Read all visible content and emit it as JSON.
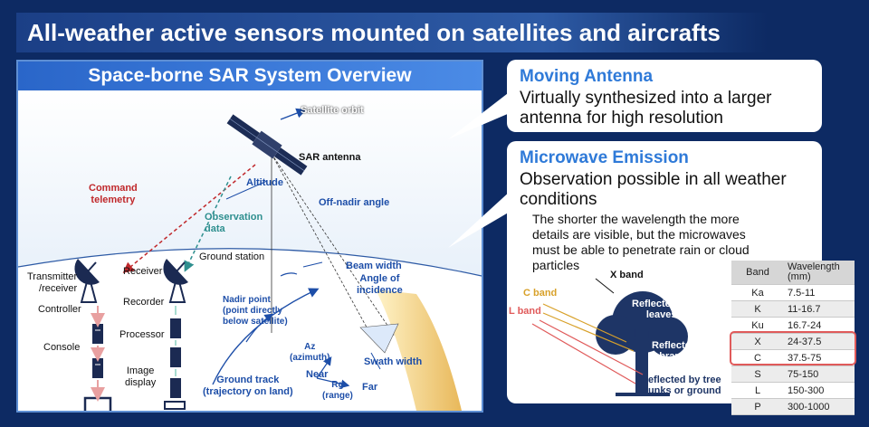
{
  "header": {
    "title": "All-weather active sensors mounted on satellites and aircrafts"
  },
  "sar": {
    "title": "Space-borne SAR System Overview",
    "satellite_orbit": "Satellite orbit",
    "sar_antenna": "SAR antenna",
    "altitude": "Altitude",
    "off_nadir": "Off-nadir angle",
    "command_telemetry": [
      "Command",
      "telemetry"
    ],
    "observation_data": [
      "Observation",
      "data"
    ],
    "ground_station": "Ground station",
    "transmitter": [
      "Transmitter",
      "/receiver"
    ],
    "controller": "Controller",
    "console": "Console",
    "receiver": "Receiver",
    "recorder": "Recorder",
    "processor": "Processor",
    "image_display": [
      "Image",
      "display"
    ],
    "beam_width": "Beam width",
    "angle_incidence": [
      "Angle of",
      "incidence"
    ],
    "nadir_point": [
      "Nadir point",
      "(point directly",
      "below satellite)"
    ],
    "az": [
      "Az",
      "(azimuth)"
    ],
    "near": "Near",
    "far": "Far",
    "rg": [
      "Rg",
      "(range)"
    ],
    "swath": "Swath width",
    "ground_track": [
      "Ground track",
      "(trajectory on land)"
    ]
  },
  "moving_antenna": {
    "title": "Moving Antenna",
    "body": [
      "Virtually synthesized into a larger",
      "antenna for high resolution"
    ]
  },
  "microwave": {
    "title": "Microwave Emission",
    "body": [
      "Observation possible in all weather",
      "conditions"
    ],
    "note": [
      "The shorter the wavelength the more",
      "details are visible, but the microwaves",
      "must be able to penetrate rain or cloud",
      "particles"
    ],
    "x_band": "X band",
    "c_band": "C band",
    "l_band": "L band",
    "leaves": [
      "Reflected by",
      "leaves"
    ],
    "branches": [
      "Reflected by",
      "branches"
    ],
    "trunks": [
      "Reflected by tree",
      "trunks or ground"
    ]
  },
  "band_table": {
    "col_band": "Band",
    "col_wave": [
      "Wavelength",
      "(mm)"
    ],
    "rows": [
      [
        "Ka",
        "7.5-11"
      ],
      [
        "K",
        "11-16.7"
      ],
      [
        "Ku",
        "16.7-24"
      ],
      [
        "X",
        "24-37.5"
      ],
      [
        "C",
        "37.5-75"
      ],
      [
        "S",
        "75-150"
      ],
      [
        "L",
        "150-300"
      ],
      [
        "P",
        "300-1000"
      ]
    ],
    "highlight_color": "#e05a5a"
  },
  "colors": {
    "navy": "#0d2a63",
    "accent": "#2f7ad8",
    "command": "#c0282b",
    "observation": "#2e8f8f"
  }
}
